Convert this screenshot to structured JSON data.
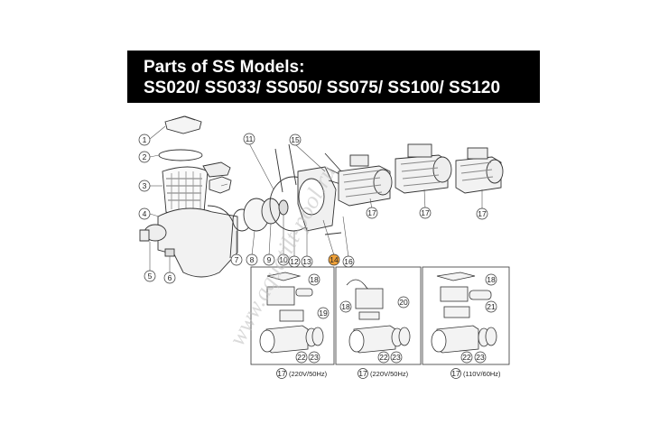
{
  "title": {
    "line1": "Parts of SS Models:",
    "line2": "SS020/ SS033/ SS050/ SS075/ SS100/ SS120"
  },
  "callouts": [
    "1",
    "2",
    "3",
    "4",
    "5",
    "6",
    "7",
    "8",
    "9",
    "10",
    "11",
    "12",
    "13",
    "14",
    "15",
    "16",
    "17",
    "17",
    "17",
    "18",
    "19",
    "20",
    "18",
    "22",
    "23",
    "22",
    "23",
    "18",
    "21",
    "22",
    "23"
  ],
  "highlight_color": "#f0a23a",
  "variants": [
    {
      "number": "17",
      "voltage": "(220V/50Hz)"
    },
    {
      "number": "17",
      "voltage": "(220V/50Hz)"
    },
    {
      "number": "17",
      "voltage": "(110V/60Hz)"
    }
  ],
  "watermark": "www.aquatilt-pool.ru"
}
